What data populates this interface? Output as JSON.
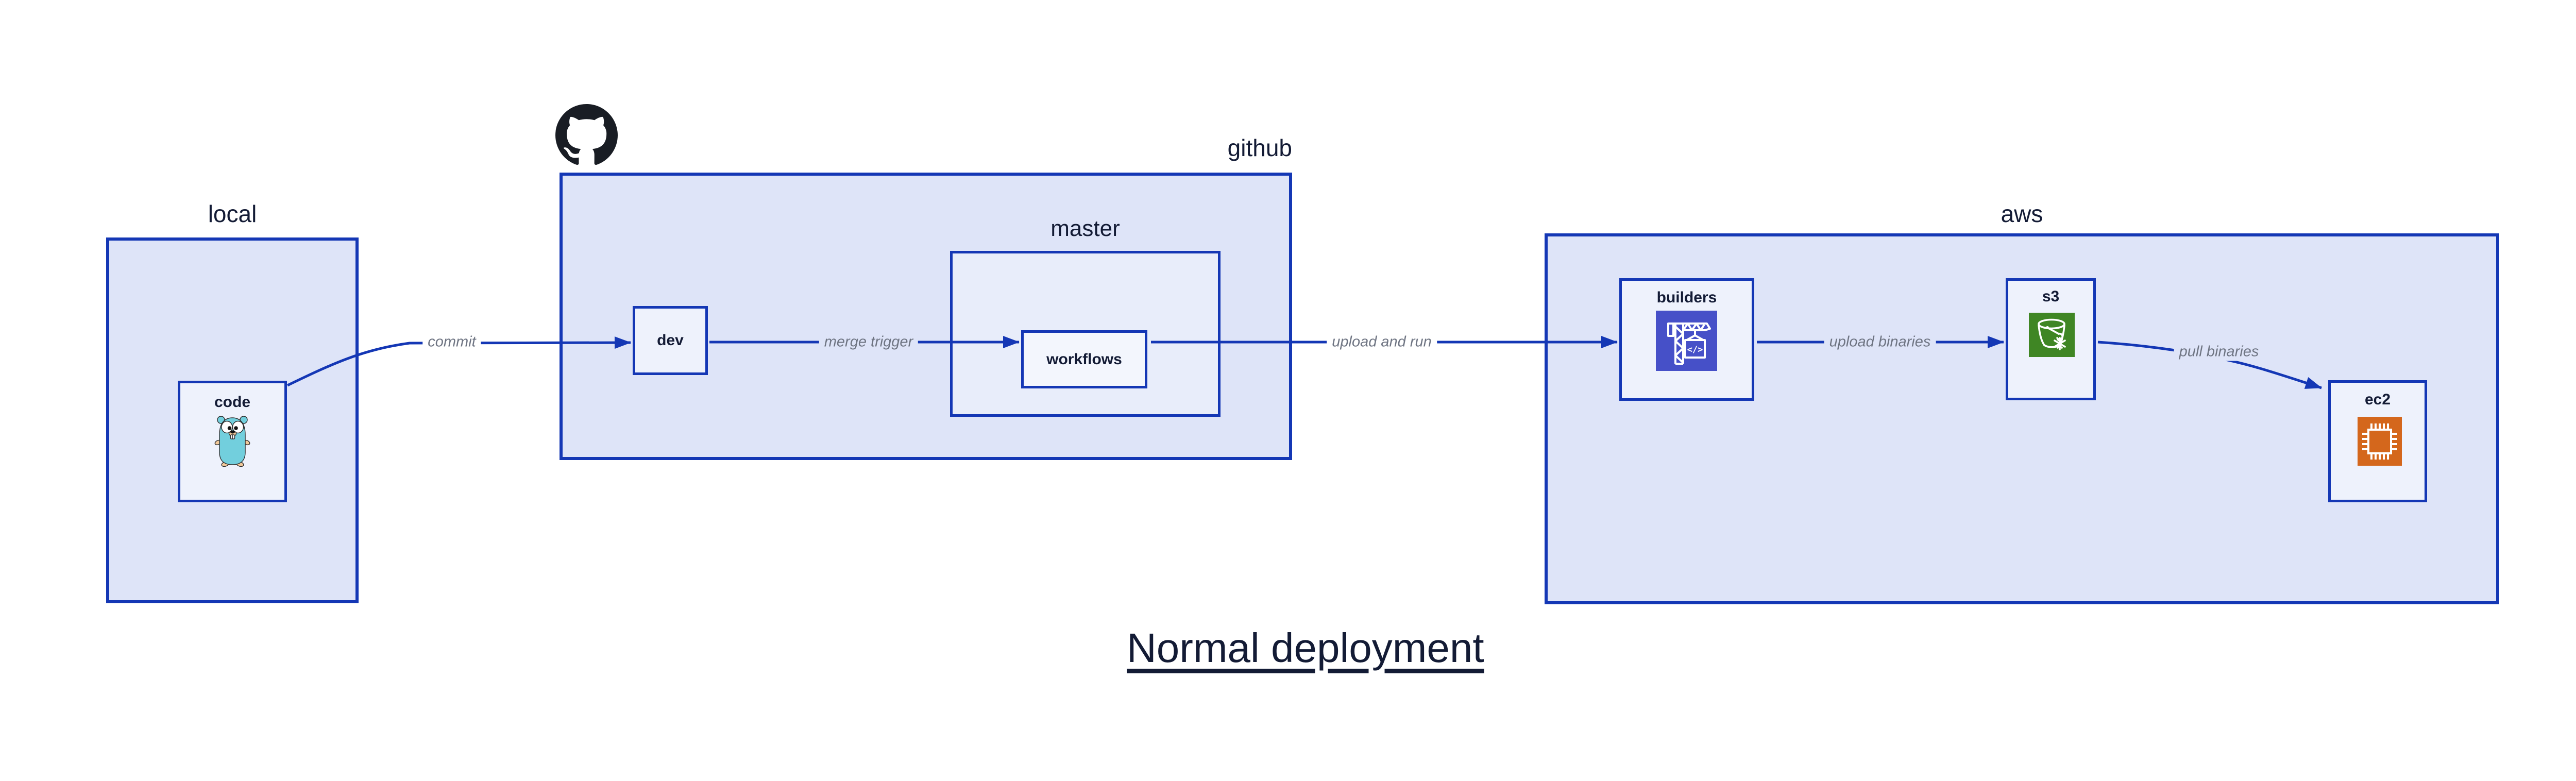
{
  "title": "Normal deployment",
  "containers": {
    "local": {
      "label": "local"
    },
    "github": {
      "label": "github"
    },
    "master": {
      "label": "master"
    },
    "aws": {
      "label": "aws"
    }
  },
  "nodes": {
    "code": {
      "label": "code",
      "icon": "go-gopher-icon"
    },
    "dev": {
      "label": "dev"
    },
    "workflows": {
      "label": "workflows"
    },
    "builders": {
      "label": "builders",
      "icon": "aws-codebuild-icon"
    },
    "s3": {
      "label": "s3",
      "icon": "aws-s3-glacier-icon"
    },
    "ec2": {
      "label": "ec2",
      "icon": "aws-ec2-chip-icon"
    }
  },
  "edges": {
    "commit": {
      "label": "commit"
    },
    "merge_trigger": {
      "label": "merge trigger"
    },
    "upload_and_run": {
      "label": "upload and run"
    },
    "upload_binaries": {
      "label": "upload binaries"
    },
    "pull_binaries": {
      "label": "pull binaries"
    }
  },
  "icons": {
    "github_logo": "github-octocat-icon",
    "codebuild_glyph": "</>"
  },
  "colors": {
    "outline_blue": "#1437b5",
    "container_fill": "#dee4f8",
    "node_fill": "#eef2fc",
    "master_fill": "#e8edfa",
    "workflows_fill": "#f3f6fd",
    "text_dark": "#131b35",
    "edge_label_gray": "#6e7482",
    "codebuild_purple": "#4650c8",
    "glacier_green": "#3f8624",
    "ec2_orange": "#d4671c",
    "gopher_teal": "#72cfdd",
    "octocat_black": "#191d24"
  }
}
